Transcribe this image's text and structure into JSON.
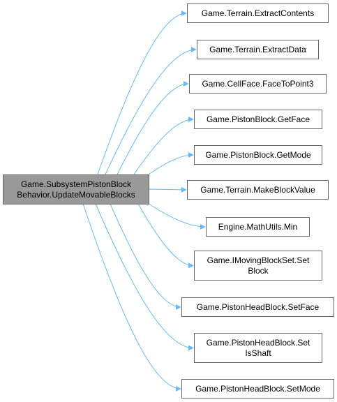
{
  "colors": {
    "edge": "#63b8ff",
    "source_fill": "#999999",
    "source_stroke": "#666666",
    "target_fill": "#ffffff",
    "target_stroke": "#666666",
    "text": "#000000"
  },
  "source": {
    "lines": [
      "Game.SubsystemPistonBlock",
      "Behavior.UpdateMovableBlocks"
    ]
  },
  "targets": [
    {
      "lines": [
        "Game.Terrain.ExtractContents"
      ]
    },
    {
      "lines": [
        "Game.Terrain.ExtractData"
      ]
    },
    {
      "lines": [
        "Game.CellFace.FaceToPoint3"
      ]
    },
    {
      "lines": [
        "Game.PistonBlock.GetFace"
      ]
    },
    {
      "lines": [
        "Game.PistonBlock.GetMode"
      ]
    },
    {
      "lines": [
        "Game.Terrain.MakeBlockValue"
      ]
    },
    {
      "lines": [
        "Engine.MathUtils.Min"
      ]
    },
    {
      "lines": [
        "Game.IMovingBlockSet.Set",
        "Block"
      ]
    },
    {
      "lines": [
        "Game.PistonHeadBlock.SetFace"
      ]
    },
    {
      "lines": [
        "Game.PistonHeadBlock.Set",
        "IsShaft"
      ]
    },
    {
      "lines": [
        "Game.PistonHeadBlock.SetMode"
      ]
    }
  ]
}
